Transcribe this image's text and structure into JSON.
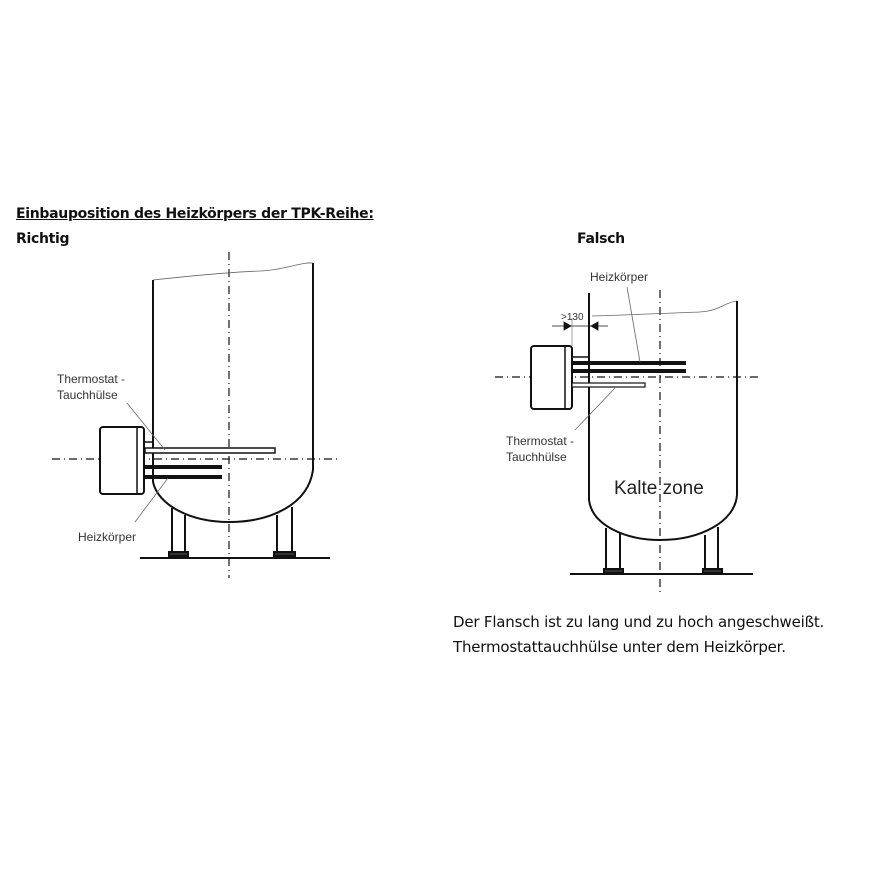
{
  "title": "Einbauposition des Heizkörpers der TPK-Reihe:",
  "correct": {
    "heading": "Richtig",
    "label_thermostat_1": "Thermostat -",
    "label_thermostat_2": "Tauchhülse",
    "label_heater": "Heizkörper"
  },
  "wrong": {
    "heading": "Falsch",
    "label_heater": "Heizkörper",
    "dimension": ">130",
    "label_thermostat_1": "Thermostat -",
    "label_thermostat_2": "Tauchhülse",
    "zone_label": "Kalte zone",
    "note_lines": [
      "Der Flansch ist zu lang und zu hoch angeschweißt.",
      "Thermostattauchhülse unter dem Heizkörper."
    ]
  }
}
